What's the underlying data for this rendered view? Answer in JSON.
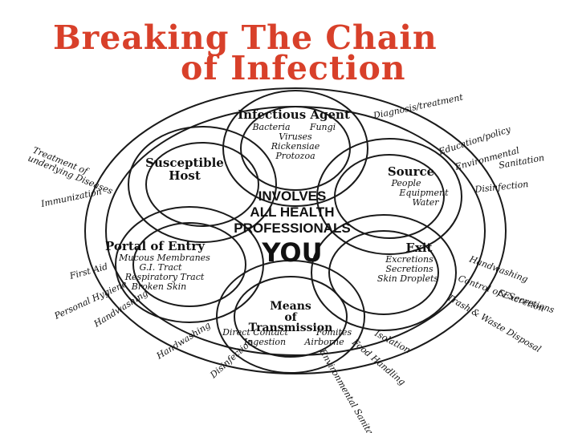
{
  "title": {
    "line1": "Breaking The Chain",
    "line2": "of Infection",
    "color": "#d8402a"
  },
  "center": {
    "line1": "INVOLVES",
    "line2": "ALL HEALTH",
    "line3": "PROFESSIONALS",
    "you": "YOU"
  },
  "nodes": {
    "agent": {
      "title": "Infectious Agent",
      "items": [
        "Bacteria",
        "Fungi",
        "Viruses",
        "Rickensiae",
        "Protozoa"
      ]
    },
    "source": {
      "title": "Source",
      "items": [
        "People",
        "Equipment",
        "Water"
      ]
    },
    "exit": {
      "title": "Exit",
      "items": [
        "Excretions",
        "Secretions",
        "Skin Droplets"
      ]
    },
    "transmission": {
      "title_1": "Means",
      "title_2": "of",
      "title_3": "Transmission",
      "items": [
        "Direct Contact",
        "Fomites",
        "Ingestion",
        "Airborne"
      ]
    },
    "portal": {
      "title": "Portal of Entry",
      "items": [
        "Mucous Membranes",
        "G.I. Tract",
        "Respiratory Tract",
        "Broken Skin"
      ]
    },
    "host": {
      "title_1": "Susceptible",
      "title_2": "Host"
    }
  },
  "actions": {
    "diagnosis": "Diagnosis/treatment",
    "education": "Education/policy",
    "env_sanitation_1": "Environmental",
    "env_sanitation_2": "Sanitation",
    "disinfection_right": "Disinfection",
    "handwashing_right": "Handwashing",
    "excretion_1": "Control of Excretion",
    "excretion_2": "& Secretions",
    "trash": "Trash & Waste Disposal",
    "isolation": "Isolation",
    "food": "Food Handling",
    "env_sanitation_bottom": "Environmental Sanitation",
    "disinfection_bottom": "Disinfection",
    "handwashing_bottom": "Handwashing",
    "handwashing_left": "Handwashing",
    "personal_hygiene": "Personal Hygiene",
    "first_aid": "First Aid",
    "immunization": "Immunization",
    "treatment_1": "Treatment of",
    "treatment_2": "underlying Diseases"
  }
}
